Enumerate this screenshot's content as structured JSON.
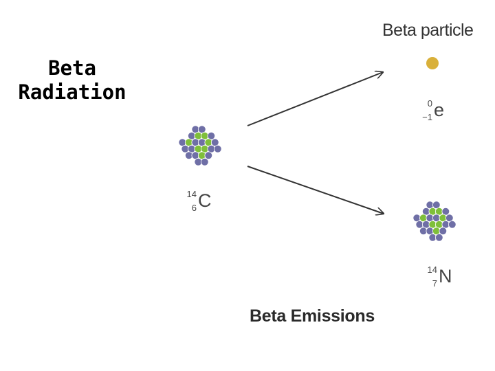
{
  "slide": {
    "title_line1": "Beta",
    "title_line2": "Radiation"
  },
  "figure": {
    "particle_label": "Beta particle",
    "caption": "Beta Emissions",
    "parent": {
      "mass": "14",
      "atomic": "6",
      "symbol": "C"
    },
    "particle": {
      "mass": "0",
      "atomic": "−1",
      "symbol": "e"
    },
    "daughter": {
      "mass": "14",
      "atomic": "7",
      "symbol": "N"
    }
  },
  "colors": {
    "proton": "#6f6fa6",
    "neutron": "#7fbf3a",
    "beta_particle": "#d9b03a",
    "arrow": "#333333"
  }
}
